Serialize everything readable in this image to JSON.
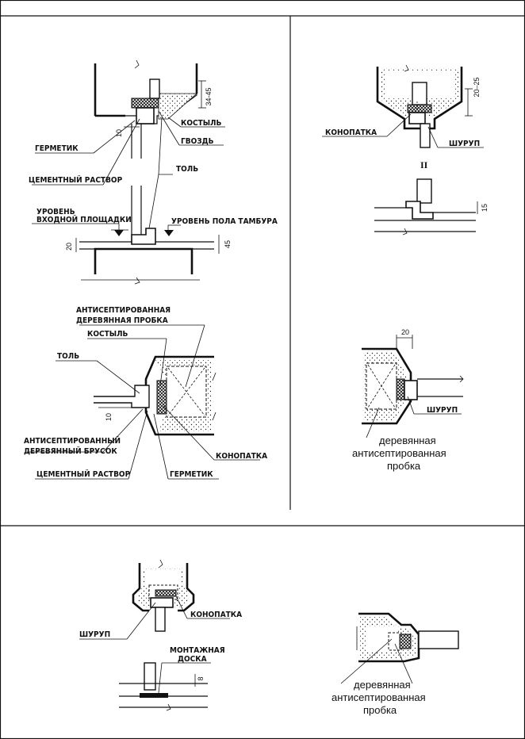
{
  "labels": {
    "kostyl": "КОСТЫЛЬ",
    "gvozd": "ГВОЗДЬ",
    "germetik": "ГЕРМЕТИК",
    "cement": "ЦЕМЕНТНЫЙ РАСТВОР",
    "tol": "ТОЛЬ",
    "uroven1": "УРОВЕНЬ",
    "uroven2": "ВХОДНОЙ ПЛОЩАДКИ",
    "uroven_pola": "УРОВЕНЬ ПОЛА ТАМБУРА",
    "antisept1": "АНТИСЕПТИРОВАННАЯ",
    "antisept2": "ДЕРЕВЯННАЯ ПРОБКА",
    "brusok1": "АНТИСЕПТИРОВАННЫЙ",
    "brusok2": "ДЕРЕВЯННЫЙ БРУСОК",
    "konopatka": "КОНОПАТКА",
    "shurup": "ШУРУП",
    "montazh1": "МОНТАЖНАЯ",
    "montazh2": "ДОСКА",
    "probka_low1": "деревянная",
    "probka_low2": "антисептированная",
    "probka_low3": "пробка"
  },
  "dims": {
    "d34_45": "34-45",
    "d10": "10",
    "d20": "20",
    "d45": "45",
    "d10b": "10",
    "d20_25": "20–25",
    "d15": "15",
    "d20c": "20",
    "d8": "8"
  },
  "marks": {
    "section": "II"
  }
}
